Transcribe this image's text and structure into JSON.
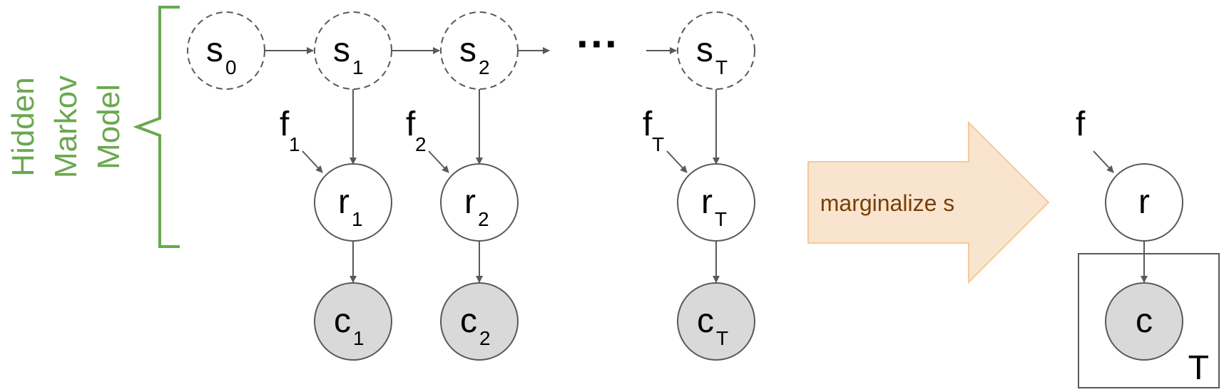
{
  "colors": {
    "edge": "#595959",
    "observed_fill": "#d9d9d9",
    "hmm_label": "#6aa84f",
    "arrow_fill": "#f9e4cf",
    "arrow_stroke": "#f5c999",
    "arrow_text": "#783f04"
  },
  "hmm_label": {
    "line1": "Hidden",
    "line2": "Markov",
    "line3": "Model"
  },
  "ellipsis": "···",
  "states": [
    {
      "base": "s",
      "sub": "0"
    },
    {
      "base": "s",
      "sub": "1"
    },
    {
      "base": "s",
      "sub": "2"
    },
    {
      "base": "s",
      "sub": "T"
    }
  ],
  "features": [
    {
      "base": "f",
      "sub": "1"
    },
    {
      "base": "f",
      "sub": "2"
    },
    {
      "base": "f",
      "sub": "T"
    }
  ],
  "responses": [
    {
      "base": "r",
      "sub": "1"
    },
    {
      "base": "r",
      "sub": "2"
    },
    {
      "base": "r",
      "sub": "T"
    }
  ],
  "observations": [
    {
      "base": "c",
      "sub": "1"
    },
    {
      "base": "c",
      "sub": "2"
    },
    {
      "base": "c",
      "sub": "T"
    }
  ],
  "transform_label": "marginalize s",
  "collapsed": {
    "feature": "f",
    "response": "r",
    "observation": "c",
    "plate_label": "T"
  }
}
